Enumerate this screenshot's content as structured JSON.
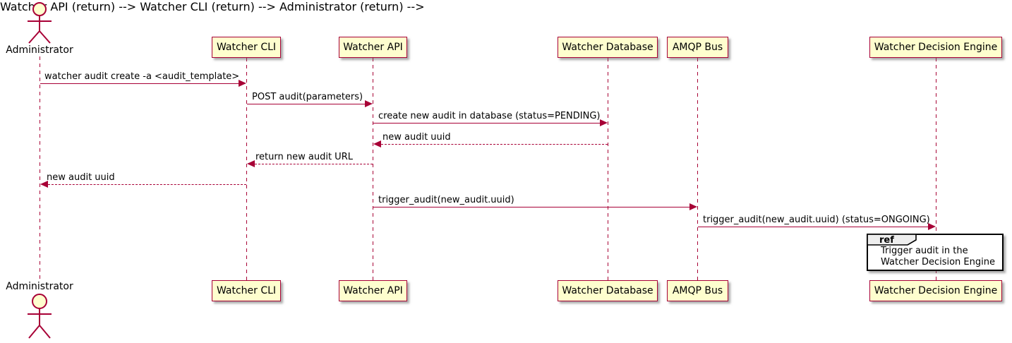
{
  "seq": {
    "actor": {
      "name": "Administrator"
    },
    "participants": [
      {
        "name": "Watcher CLI"
      },
      {
        "name": "Watcher API"
      },
      {
        "name": "Watcher Database"
      },
      {
        "name": "AMQP Bus"
      },
      {
        "name": "Watcher Decision Engine"
      }
    ],
    "messages": [
      {
        "label": "watcher audit create -a <audit_template>",
        "from": "Administrator",
        "to": "Watcher CLI",
        "line": "solid"
      },
      {
        "label": "POST audit(parameters)",
        "from": "Watcher CLI",
        "to": "Watcher API",
        "line": "solid"
      },
      {
        "label": "create new audit in database (status=PENDING)",
        "from": "Watcher API",
        "to": "Watcher Database",
        "line": "solid"
      },
      {
        "label": "new audit uuid",
        "from": "Watcher Database",
        "to": "Watcher API",
        "line": "dashed"
      },
      {
        "label": "return new audit URL",
        "from": "Watcher API",
        "to": "Watcher CLI",
        "line": "dashed"
      },
      {
        "label": "new audit uuid",
        "from": "Watcher CLI",
        "to": "Administrator",
        "line": "dashed"
      },
      {
        "label": "trigger_audit(new_audit.uuid)",
        "from": "Watcher API",
        "to": "AMQP Bus",
        "line": "solid"
      },
      {
        "label": "trigger_audit(new_audit.uuid) (status=ONGOING)",
        "from": "AMQP Bus",
        "to": "Watcher Decision Engine",
        "line": "solid"
      }
    ],
    "ref": {
      "keyword": "ref",
      "line1": "Trigger audit in the",
      "line2": "Watcher Decision Engine"
    },
    "colors": {
      "line": "#A80036",
      "participant_fill": "#FEFECE",
      "text": "#000000",
      "ref_tab_fill": "#EEEEEE",
      "ref_body_fill": "#FFFFFF"
    }
  }
}
